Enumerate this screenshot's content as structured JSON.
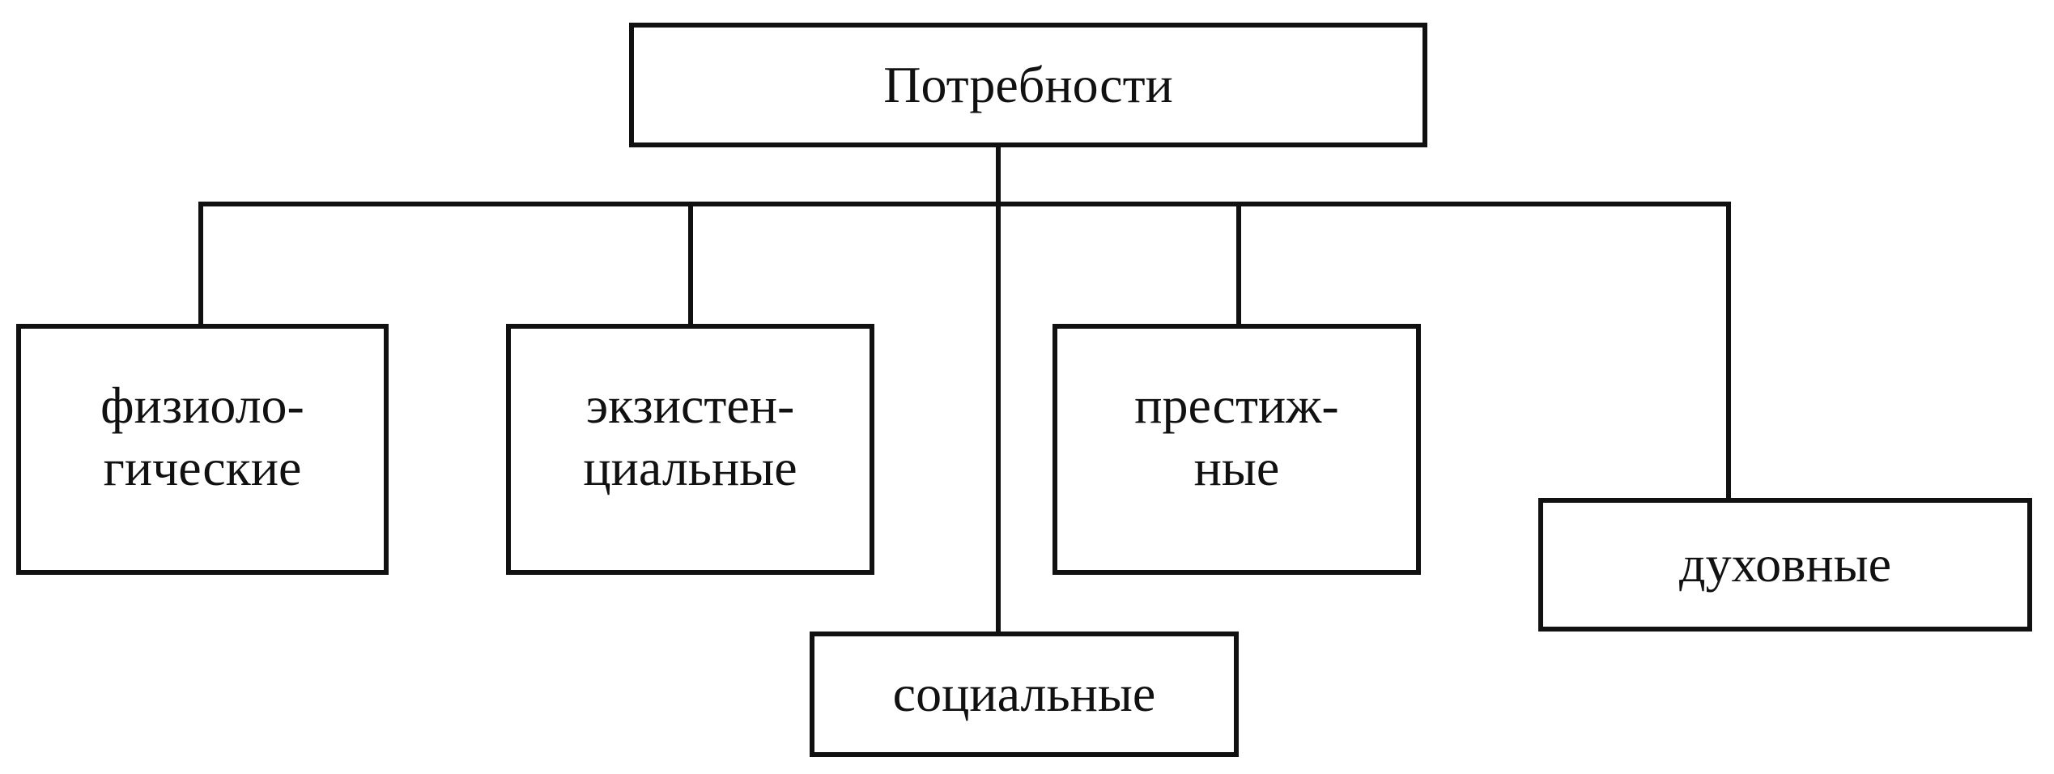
{
  "diagram": {
    "root": {
      "label": "Потребности"
    },
    "children": [
      {
        "id": "phys",
        "label": "физиоло-\nгические"
      },
      {
        "id": "exist",
        "label": "экзистен-\nциальные"
      },
      {
        "id": "social",
        "label": "социальные"
      },
      {
        "id": "prestige",
        "label": "престиж-\nные"
      },
      {
        "id": "spiritual",
        "label": "духовные"
      }
    ],
    "colors": {
      "line": "#111111",
      "background": "#ffffff"
    }
  }
}
